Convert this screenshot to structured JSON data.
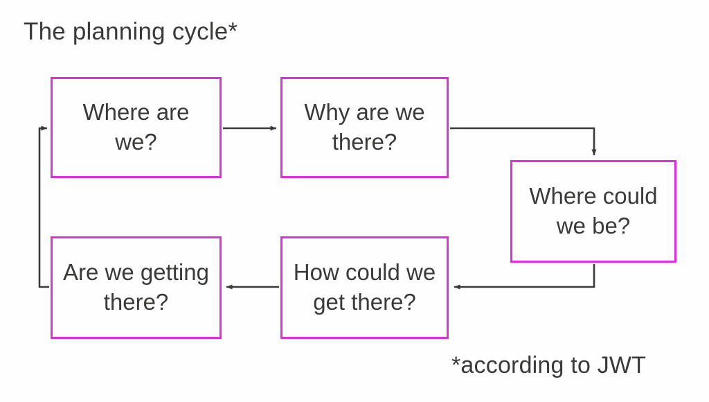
{
  "diagram": {
    "title": "The planning cycle*",
    "footnote": "*according to JWT",
    "colors": {
      "node_border": "#e22ce0",
      "text": "#3a3a38",
      "connector": "#3a3a38",
      "background": "#fefefe"
    },
    "nodes": [
      {
        "id": "where-are-we",
        "label": "Where are we?"
      },
      {
        "id": "why-are-we-there",
        "label": "Why are we there?"
      },
      {
        "id": "where-could-we-be",
        "label": "Where could we be?"
      },
      {
        "id": "are-we-getting-there",
        "label": "Are we getting there?"
      },
      {
        "id": "how-could-we-get-there",
        "label": "How could we get there?"
      }
    ],
    "connectors": [
      {
        "from": "where-are-we",
        "to": "why-are-we-there",
        "direction": "right"
      },
      {
        "from": "why-are-we-there",
        "to": "where-could-we-be",
        "direction": "right-then-down"
      },
      {
        "from": "where-could-we-be",
        "to": "how-could-we-get-there",
        "direction": "down-then-left"
      },
      {
        "from": "how-could-we-get-there",
        "to": "are-we-getting-there",
        "direction": "left"
      },
      {
        "from": "are-we-getting-there",
        "to": "where-are-we",
        "direction": "left-up-then-right"
      }
    ]
  }
}
